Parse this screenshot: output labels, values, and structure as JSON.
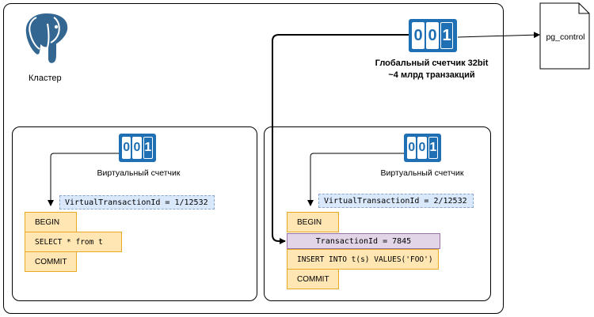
{
  "cluster": {
    "label": "Кластер"
  },
  "global_counter": {
    "digits": [
      "0",
      "0",
      "1"
    ],
    "caption_line1": "Глобальный счетчик 32bit",
    "caption_line2": "~4 млрд транзакций"
  },
  "pg_control": {
    "label": "pg_control"
  },
  "left_session": {
    "counter_digits": [
      "0",
      "0",
      "1"
    ],
    "counter_label": "Виртуальный счетчик",
    "virtual_txid": "VirtualTransactionId = 1/12532",
    "statements": [
      "BEGIN",
      "SELECT * from t",
      "COMMIT"
    ]
  },
  "right_session": {
    "counter_digits": [
      "0",
      "0",
      "1"
    ],
    "counter_label": "Виртуальный счетчик",
    "virtual_txid": "VirtualTransactionId = 2/12532",
    "transaction_id": "TransactionId = 7845",
    "statements": [
      "BEGIN",
      "INSERT INTO t(s) VALUES('FOO')",
      "COMMIT"
    ]
  },
  "colors": {
    "counter_blue": "#1f6fb5",
    "statement_fill": "#ffe6b3",
    "statement_border": "#e7a823",
    "vtid_fill": "#dae8fc",
    "txid_fill": "#e1d5e7",
    "postgres_logo": "#336791"
  }
}
